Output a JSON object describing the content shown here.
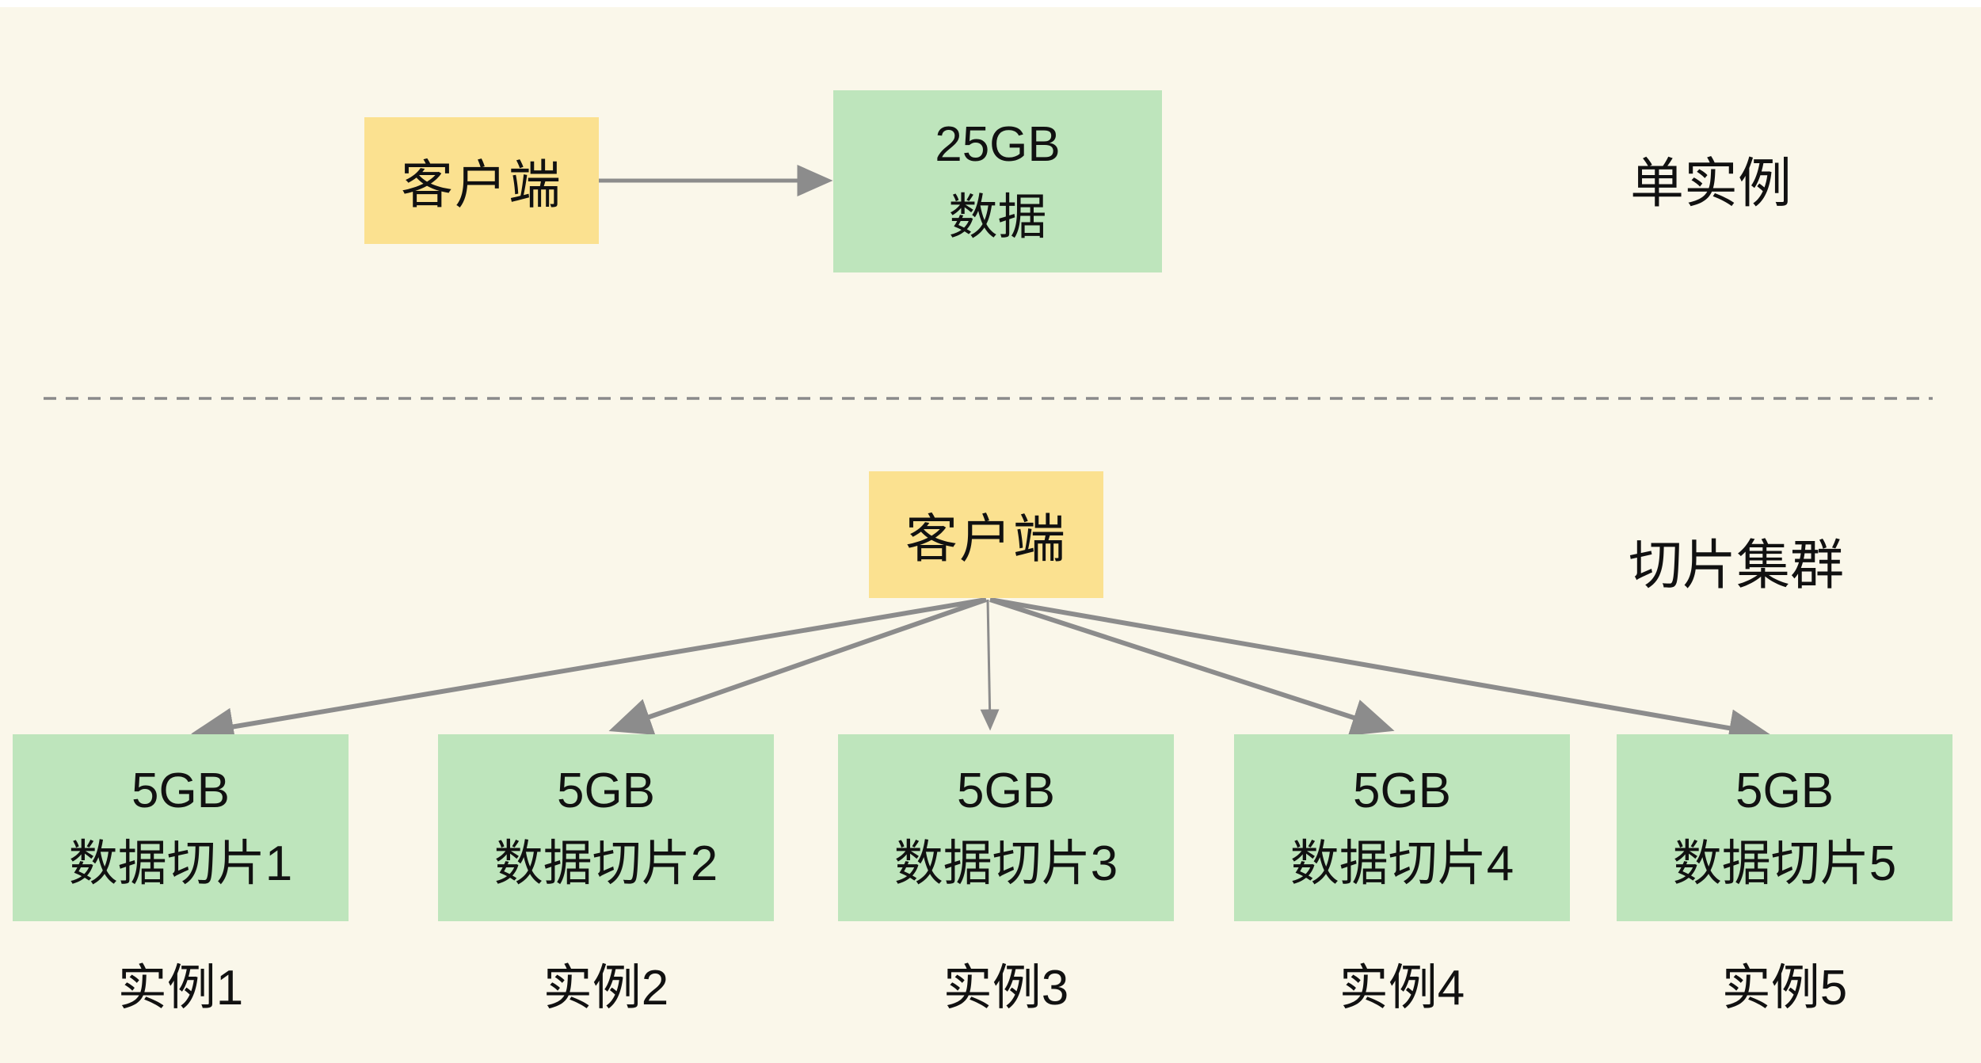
{
  "colors": {
    "background": "#FAF7EA",
    "client_box_fill": "#FBE190",
    "data_box_fill": "#BEE5BC",
    "arrow": "#8C8C8C",
    "divider": "#8A8A8A",
    "text": "#111111"
  },
  "single_instance": {
    "section_label": "单实例",
    "client_label": "客户端",
    "data_box": {
      "line1": "25GB",
      "line2": "数据"
    }
  },
  "sharded_cluster": {
    "section_label": "切片集群",
    "client_label": "客户端",
    "shards": [
      {
        "line1": "5GB",
        "line2": "数据切片1",
        "instance": "实例1"
      },
      {
        "line1": "5GB",
        "line2": "数据切片2",
        "instance": "实例2"
      },
      {
        "line1": "5GB",
        "line2": "数据切片3",
        "instance": "实例3"
      },
      {
        "line1": "5GB",
        "line2": "数据切片4",
        "instance": "实例4"
      },
      {
        "line1": "5GB",
        "line2": "数据切片5",
        "instance": "实例5"
      }
    ]
  }
}
